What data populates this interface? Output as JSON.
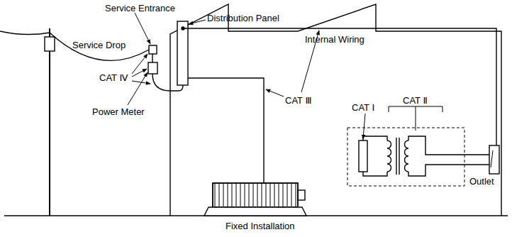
{
  "diagram": {
    "labels": [
      "Service Entrance",
      "Distribution Panel",
      "Internal Wiring",
      "Service Drop",
      "CAT Ⅳ",
      "CAT Ⅲ",
      "CAT Ⅱ",
      "CAT Ⅰ",
      "Outlet",
      "Power Meter",
      "Fixed Installation"
    ]
  }
}
